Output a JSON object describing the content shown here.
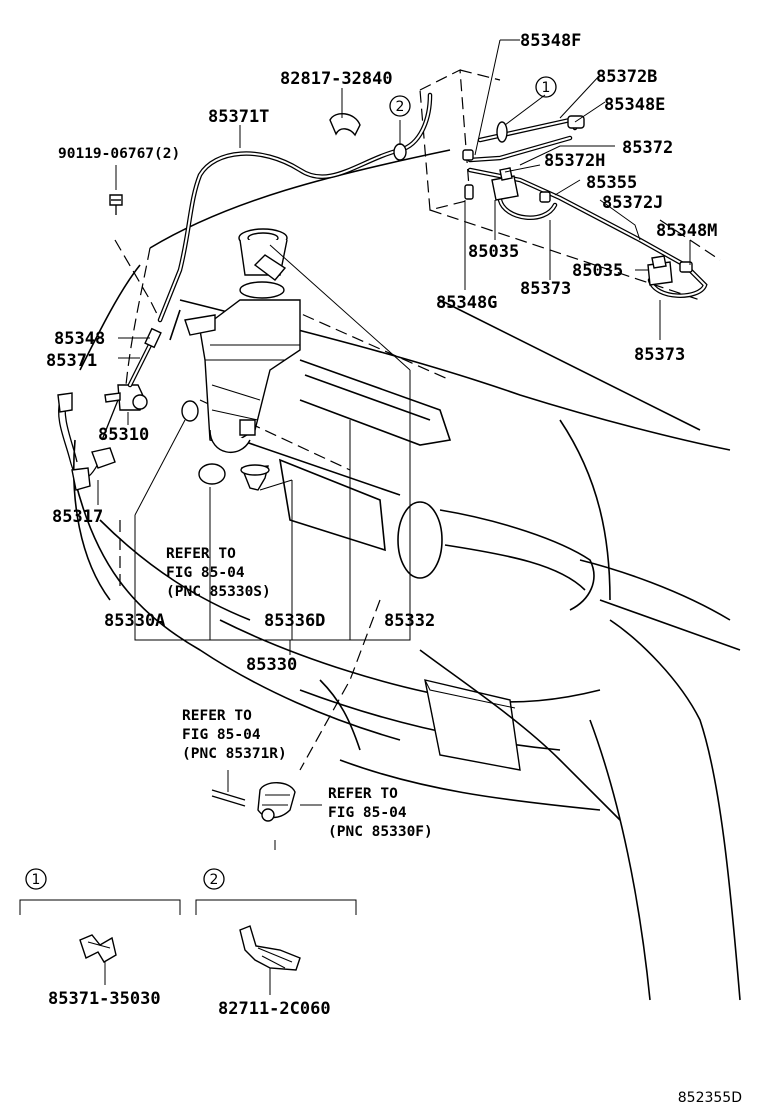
{
  "diagram": {
    "id_code": "852355D",
    "labels": {
      "p85348F": "85348F",
      "p82817": "82817-32840",
      "p85372B": "85372B",
      "p85371T": "85371T",
      "p85348E": "85348E",
      "p90119": "90119-06767(2)",
      "p85372": "85372",
      "p85372H": "85372H",
      "p85355": "85355",
      "p85372J": "85372J",
      "p85348M": "85348M",
      "p85035a": "85035",
      "p85035b": "85035",
      "p85373a": "85373",
      "p85348G": "85348G",
      "p85373b": "85373",
      "p85348": "85348",
      "p85371": "85371",
      "p85310": "85310",
      "p85317": "85317",
      "p85330A": "85330A",
      "p85336D": "85336D",
      "p85332": "85332",
      "p85330": "85330",
      "p8537135030": "85371-35030",
      "p827112C060": "82711-2C060"
    },
    "refer_1": [
      "REFER TO",
      "FIG 85-04",
      "(PNC 85330S)"
    ],
    "refer_2": [
      "REFER TO",
      "FIG 85-04",
      "(PNC 85371R)"
    ],
    "refer_3": [
      "REFER TO",
      "FIG 85-04",
      "(PNC 85330F)"
    ],
    "markers": {
      "m1": "1",
      "m2": "2"
    }
  }
}
